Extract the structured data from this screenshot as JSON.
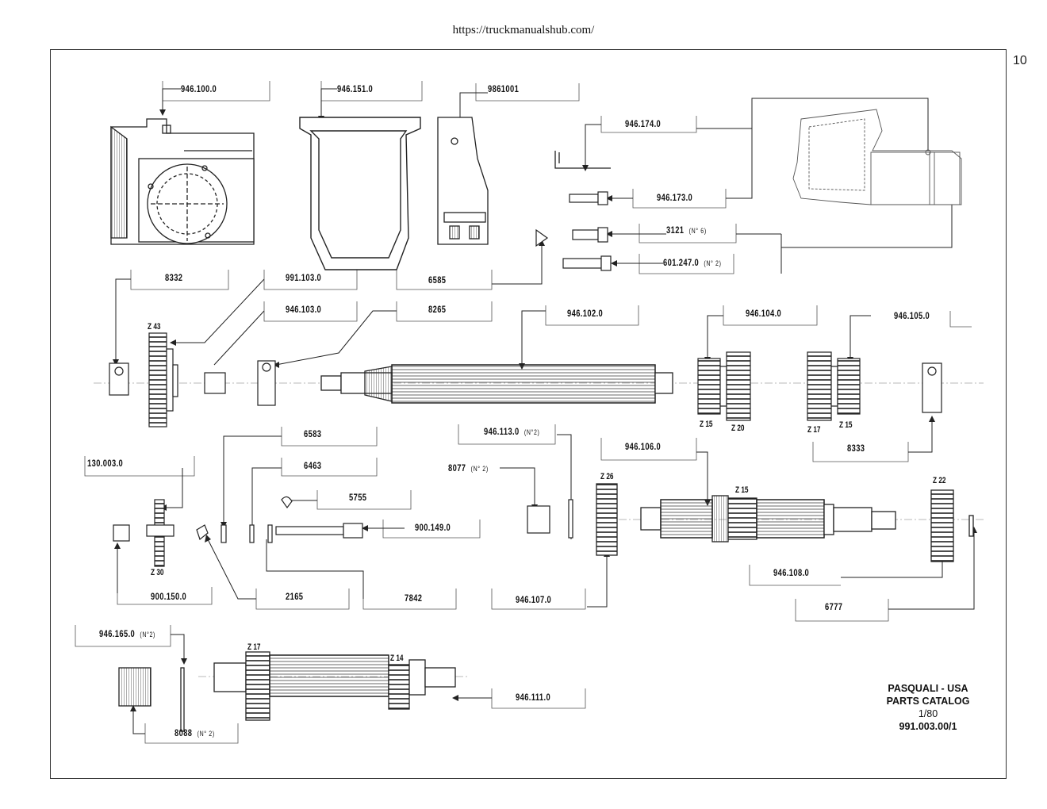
{
  "header": {
    "url": "https://truckmanualshub.com/",
    "page_number": "10"
  },
  "catalog": {
    "brand": "PASQUALI - USA",
    "title": "PARTS CATALOG",
    "date": "1/80",
    "number": "991.003.00/1"
  },
  "parts": {
    "p946_100": "946.100.0",
    "p946_151": "946.151.0",
    "p986_1001": "9861001",
    "p946_174": "946.174.0",
    "p946_173": "946.173.0",
    "p3121": "3121",
    "p3121_qty": "(N° 6)",
    "p601_247": "601.247.0",
    "p601_247_qty": "(N° 2)",
    "p8332": "8332",
    "p991_103": "991.103.0",
    "p946_103": "946.103.0",
    "p6585": "6585",
    "p8265": "8265",
    "p946_102": "946.102.0",
    "p946_104": "946.104.0",
    "p946_105": "946.105.0",
    "p8333": "8333",
    "p6583": "6583",
    "p946_113": "946.113.0",
    "p946_113_qty": "(N°2)",
    "p8077": "8077",
    "p8077_qty": "(N° 2)",
    "p946_106": "946.106.0",
    "p130_003": "130.003.0",
    "p6463": "6463",
    "p5755": "5755",
    "p900_149": "900.149.0",
    "p946_108": "946.108.0",
    "p900_150": "900.150.0",
    "p2165": "2165",
    "p7842": "7842",
    "p946_107": "946.107.0",
    "p6777": "6777",
    "p946_165": "946.165.0",
    "p946_165_qty": "(N°2)",
    "p946_111": "946.111.0",
    "p8088": "8088",
    "p8088_qty": "(N° 2)"
  },
  "gear_labels": {
    "z43": "Z 43",
    "z15a": "Z 15",
    "z20": "Z 20",
    "z17a": "Z 17",
    "z15b": "Z 15",
    "z26": "Z 26",
    "z15c": "Z 15",
    "z22": "Z 22",
    "z30": "Z 30",
    "z17b": "Z 17",
    "z14": "Z 14"
  }
}
